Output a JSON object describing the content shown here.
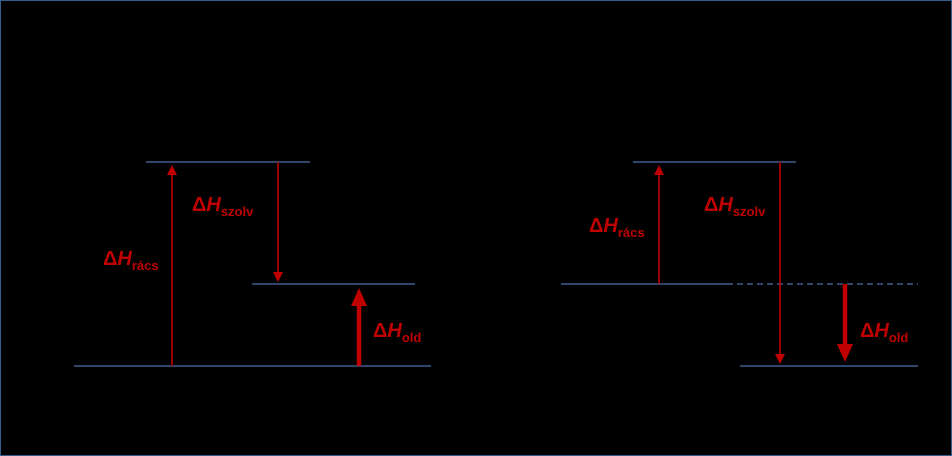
{
  "colors": {
    "background": "#000000",
    "level_line": "#4a6fa8",
    "arrow": "#c00000",
    "frame": "#3b5d8c"
  },
  "left_diagram": {
    "lattice": {
      "delta": "Δ",
      "symbol": "H",
      "sub": "rács"
    },
    "solvation": {
      "delta": "Δ",
      "symbol": "H",
      "sub": "szolv"
    },
    "solution": {
      "delta": "Δ",
      "symbol": "H",
      "sub": "old"
    }
  },
  "right_diagram": {
    "lattice": {
      "delta": "Δ",
      "symbol": "H",
      "sub": "rács"
    },
    "solvation": {
      "delta": "Δ",
      "symbol": "H",
      "sub": "szolv"
    },
    "solution": {
      "delta": "Δ",
      "symbol": "H",
      "sub": "old"
    }
  }
}
